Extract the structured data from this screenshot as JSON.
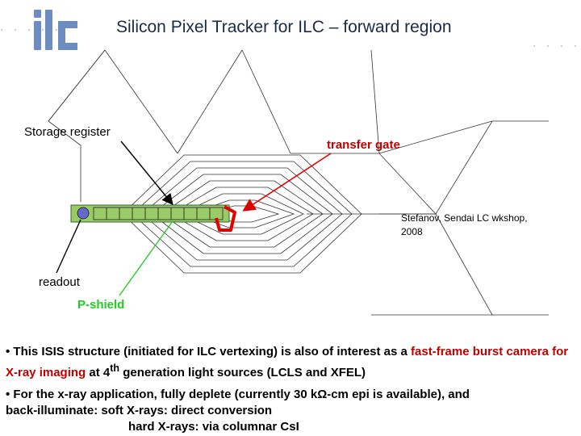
{
  "header": {
    "title": "Silicon Pixel Tracker for ILC – forward region",
    "logo_text": "ilc"
  },
  "labels": {
    "storage_register": "Storage register",
    "transfer_gate": "transfer gate",
    "credit_line1": "Stefanov, Sendai LC wkshop,",
    "credit_line2": "2008",
    "readout": "readout",
    "p_shield": "P-shield"
  },
  "bullets": {
    "b1": {
      "marker": "•",
      "t1": " This ISIS structure (initiated for ILC vertexing) is also of interest as a ",
      "red": "fast-frame burst camera for X-ray imaging",
      "t2": " at 4",
      "sup": "th",
      "t3": " generation light sources (LCLS and XFEL)"
    },
    "b2": {
      "marker": "•",
      "t1": "  For the x-ray application, fully deplete (currently 30 kΩ-cm epi is available), and",
      "line2": "back-illuminate: soft X-rays:  direct conversion",
      "line3": "hard X-rays: via columnar CsI"
    }
  },
  "colors": {
    "title": "#1a2a4a",
    "accent_red": "#c00000",
    "shield_green": "#22cc22",
    "register_fill": "#99cc66",
    "readout_node": "#6666cc",
    "dots": "#9db8d9"
  }
}
